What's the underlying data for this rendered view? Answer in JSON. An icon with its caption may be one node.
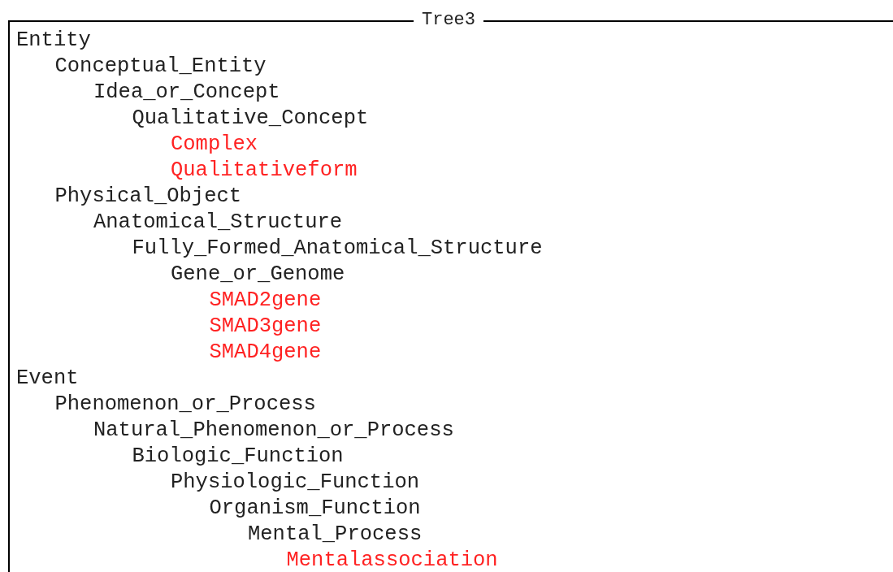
{
  "diagram": {
    "nodes": [
      {
        "text": [
          "Tree3"
        ]
      }
    ],
    "labels": [
      "Entity",
      "Conceptual_Entity",
      "Idea_or_Concept",
      "Qualitative_Concept",
      "Complex",
      "Qualitativeform",
      "Physical_Object",
      "Anatomical_Structure",
      "Fully_Formed_Anatomical_Structure",
      "Gene_or_Genome",
      "SMAD2gene",
      "SMAD3gene",
      "SMAD4gene",
      "Event",
      "Phenomenon_or_Process",
      "Natural_Phenomenon_or_Process",
      "Biologic_Function",
      "Physiologic_Function",
      "Organism_Function",
      "Mental_Process",
      "Mentalassociation"
    ]
  }
}
